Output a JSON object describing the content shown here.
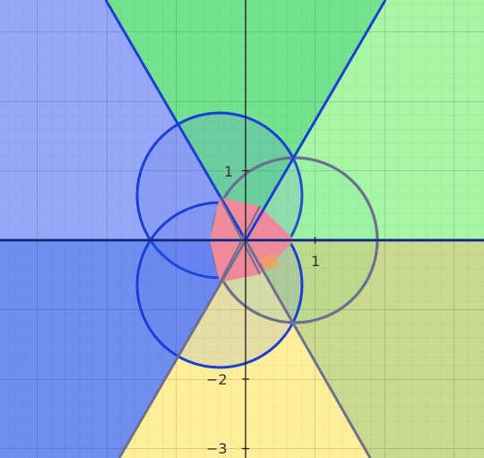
{
  "axes": {
    "x_tick_labels": [
      "1"
    ],
    "y_tick_labels": [
      "1",
      "−2",
      "−3"
    ]
  },
  "regions": {
    "left": "#6f8ef0",
    "top": "#73e28e",
    "right": "#a6f6a6",
    "bottom": "#ffef9a",
    "bottom_right_overlap": "#c9d98d",
    "center": "#ee8a9a"
  },
  "lines": {
    "boundary": "#1a3fd6",
    "gray": "#6f6f8f",
    "axis": "#1a1a1a"
  }
}
